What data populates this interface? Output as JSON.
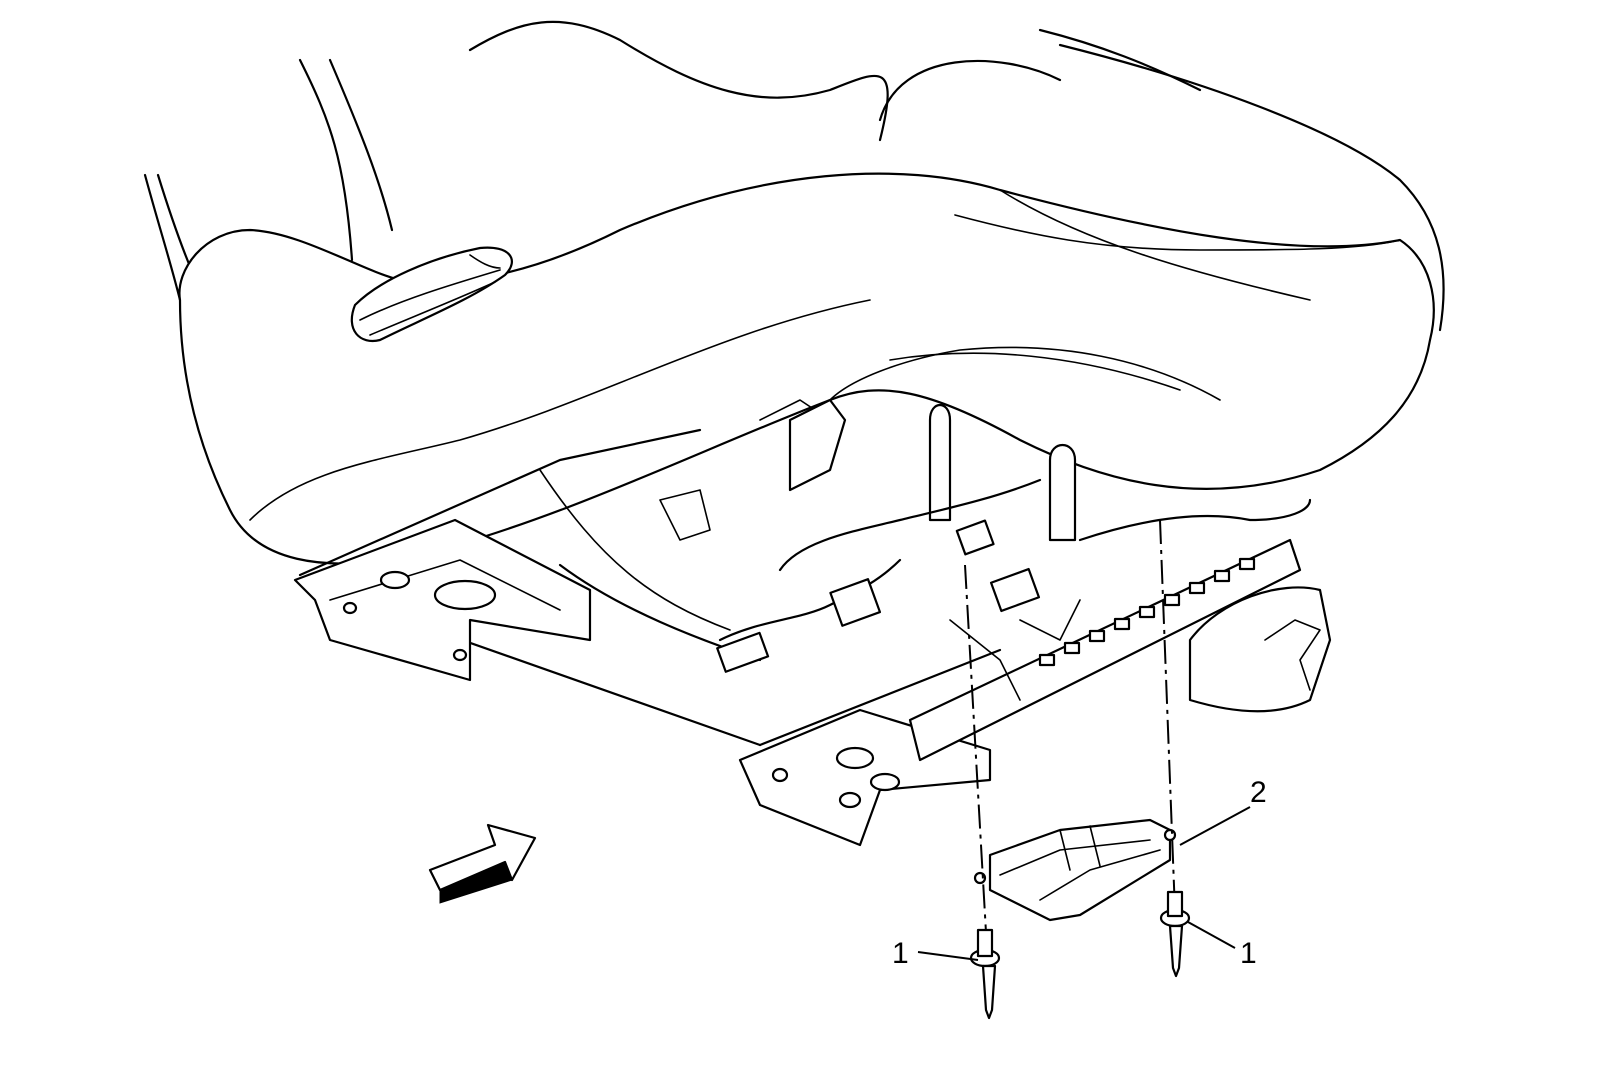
{
  "callouts": [
    {
      "id": "fastener-left",
      "label": "1"
    },
    {
      "id": "fastener-right",
      "label": "1"
    },
    {
      "id": "cover",
      "label": "2"
    }
  ],
  "colors": {
    "line": "#000000",
    "background": "#ffffff"
  }
}
